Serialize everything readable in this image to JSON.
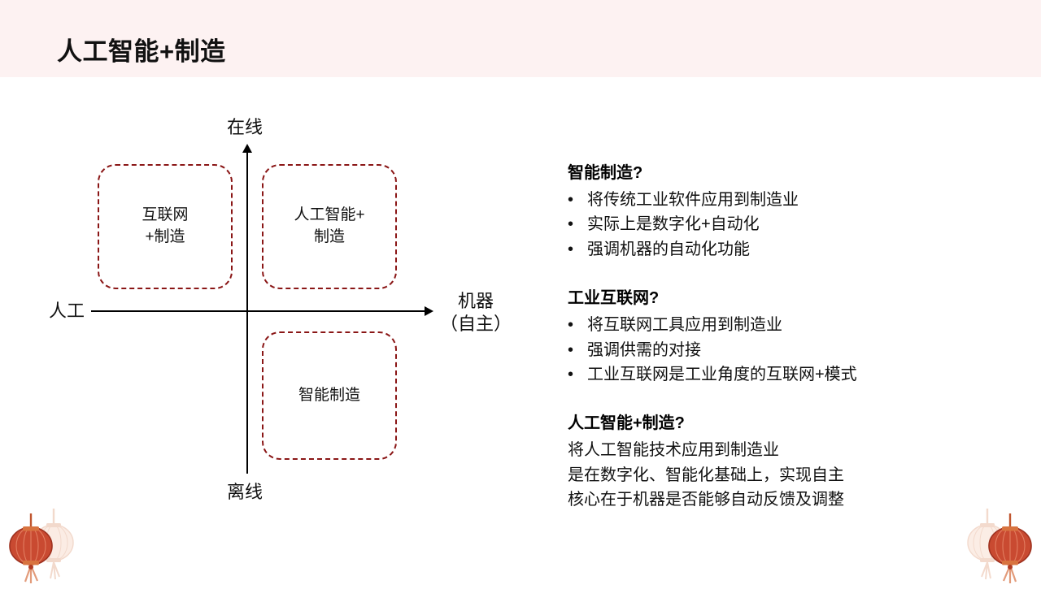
{
  "header": {
    "title": "人工智能+制造",
    "background_color": "#FDF2F2"
  },
  "diagram": {
    "accent_color": "#8A1616",
    "axis_labels": {
      "top": "在线",
      "bottom": "离线",
      "left": "人工",
      "right_line1": "机器",
      "right_line2": "（自主）"
    },
    "quadrants": [
      {
        "id": "internet-manufacturing",
        "line1": "互联网",
        "line2": "+制造",
        "position": "top-left"
      },
      {
        "id": "ai-manufacturing",
        "line1": "人工智能+",
        "line2": "制造",
        "position": "top-right"
      },
      {
        "id": "smart-manufacturing",
        "line1": "智能制造",
        "line2": "",
        "position": "bottom-right"
      }
    ]
  },
  "content": {
    "sections": [
      {
        "heading": "智能制造?",
        "bullet_marker": "•",
        "bullets": [
          "将传统工业软件应用到制造业",
          "实际上是数字化+自动化",
          "强调机器的自动化功能"
        ],
        "lines": []
      },
      {
        "heading": "工业互联网?",
        "bullet_marker": "•",
        "bullets": [
          "将互联网工具应用到制造业",
          "强调供需的对接",
          "工业互联网是工业角度的互联网+模式"
        ],
        "lines": []
      },
      {
        "heading": "人工智能+制造?",
        "bullet_marker": "•",
        "bullets": [],
        "lines": [
          "将人工智能技术应用到制造业",
          "是在数字化、智能化基础上，实现自主",
          "核心在于机器是否能够自动反馈及调整"
        ]
      }
    ]
  },
  "decorations": {
    "lantern_left": "chinese-lantern-icon",
    "lantern_right": "chinese-lantern-icon",
    "lantern_color": "#C0392B"
  }
}
